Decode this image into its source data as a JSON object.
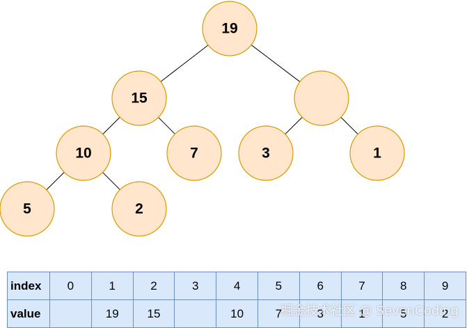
{
  "tree": {
    "nodes": [
      {
        "id": "n19",
        "label": "19"
      },
      {
        "id": "n15",
        "label": "15"
      },
      {
        "id": "nblank",
        "label": ""
      },
      {
        "id": "n10",
        "label": "10"
      },
      {
        "id": "n7",
        "label": "7"
      },
      {
        "id": "n3",
        "label": "3"
      },
      {
        "id": "n1",
        "label": "1"
      },
      {
        "id": "n5",
        "label": "5"
      },
      {
        "id": "n2",
        "label": "2"
      }
    ],
    "edges": [
      [
        "n19",
        "n15"
      ],
      [
        "n19",
        "nblank"
      ],
      [
        "n15",
        "n10"
      ],
      [
        "n15",
        "n7"
      ],
      [
        "nblank",
        "n3"
      ],
      [
        "nblank",
        "n1"
      ],
      [
        "n10",
        "n5"
      ],
      [
        "n10",
        "n2"
      ]
    ]
  },
  "table": {
    "index_label": "index",
    "value_label": "value",
    "indices": [
      "0",
      "1",
      "2",
      "3",
      "4",
      "5",
      "6",
      "7",
      "8",
      "9"
    ],
    "values": [
      "",
      "19",
      "15",
      "",
      "10",
      "7",
      "3",
      "1",
      "5",
      "2"
    ]
  },
  "watermark": "掘金技术社区 @ SevenCoding"
}
